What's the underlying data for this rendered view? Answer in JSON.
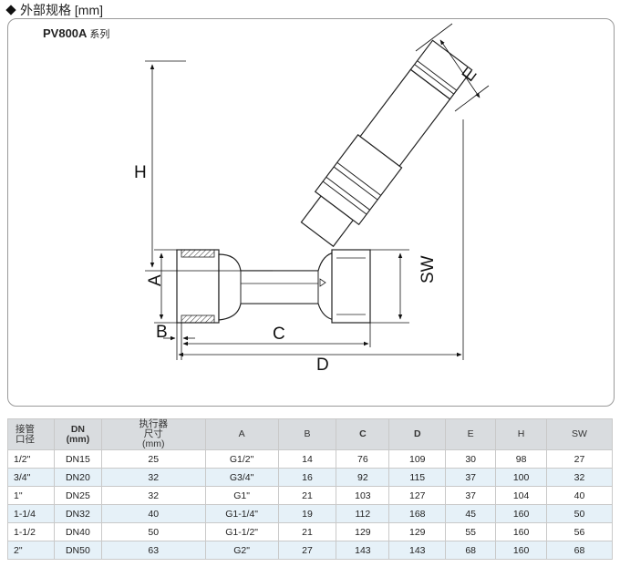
{
  "heading": {
    "icon": "diamond-bullet-icon",
    "text": "外部规格 [mm]"
  },
  "panel": {
    "series_code": "PV800A",
    "series_suffix": "系列",
    "dimension_labels": {
      "H": "H",
      "E": "E",
      "A": "A",
      "SW": "SW",
      "B": "B",
      "C": "C",
      "D": "D"
    }
  },
  "table": {
    "headers": {
      "size": "接管\n口径",
      "dn": "DN\n(mm)",
      "actuator": "执行器\n尺寸\n(mm)",
      "a": "A",
      "b": "B",
      "c": "C",
      "d": "D",
      "e": "E",
      "h": "H",
      "sw": "SW"
    },
    "rows": [
      {
        "size": "1/2\"",
        "dn": "DN15",
        "actuator": "25",
        "a": "G1/2\"",
        "b": "14",
        "c": "76",
        "d": "109",
        "e": "30",
        "h": "98",
        "sw": "27"
      },
      {
        "size": "3/4\"",
        "dn": "DN20",
        "actuator": "32",
        "a": "G3/4\"",
        "b": "16",
        "c": "92",
        "d": "115",
        "e": "37",
        "h": "100",
        "sw": "32"
      },
      {
        "size": "1\"",
        "dn": "DN25",
        "actuator": "32",
        "a": "G1\"",
        "b": "21",
        "c": "103",
        "d": "127",
        "e": "37",
        "h": "104",
        "sw": "40"
      },
      {
        "size": "1-1/4",
        "dn": "DN32",
        "actuator": "40",
        "a": "G1-1/4\"",
        "b": "19",
        "c": "112",
        "d": "168",
        "e": "45",
        "h": "160",
        "sw": "50"
      },
      {
        "size": "1-1/2",
        "dn": "DN40",
        "actuator": "50",
        "a": "G1-1/2\"",
        "b": "21",
        "c": "129",
        "d": "129",
        "e": "55",
        "h": "160",
        "sw": "56"
      },
      {
        "size": "2\"",
        "dn": "DN50",
        "actuator": "63",
        "a": "G2\"",
        "b": "27",
        "c": "143",
        "d": "143",
        "e": "68",
        "h": "160",
        "sw": "68"
      }
    ]
  }
}
